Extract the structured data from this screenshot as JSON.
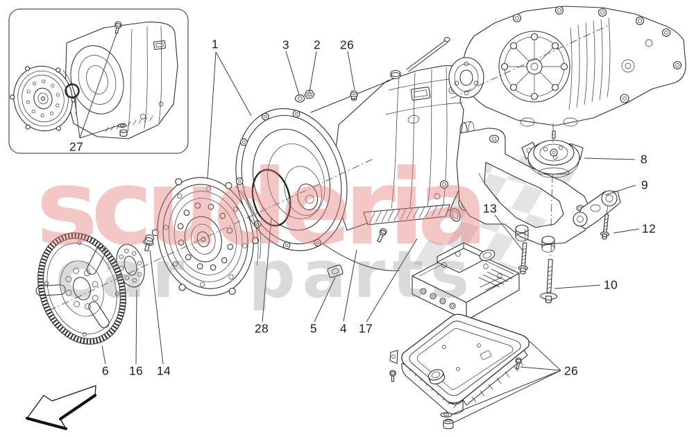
{
  "diagram": {
    "background_color": "#ffffff",
    "line_color": "#2e2e2e"
  },
  "watermark": {
    "brand_word": "scuderia",
    "brand_word2": "car parts",
    "brand_word_color": "#f3c7c5",
    "brand_word2_color": "#dcdcdc",
    "flag_color": "#e4e4e4"
  },
  "callouts": [
    {
      "label": "27"
    },
    {
      "label": "1"
    },
    {
      "label": "3"
    },
    {
      "label": "2"
    },
    {
      "label": "26"
    },
    {
      "label": "8"
    },
    {
      "label": "9"
    },
    {
      "label": "12"
    },
    {
      "label": "13"
    },
    {
      "label": "10"
    },
    {
      "label": "28"
    },
    {
      "label": "5"
    },
    {
      "label": "4"
    },
    {
      "label": "17"
    },
    {
      "label": "6"
    },
    {
      "label": "16"
    },
    {
      "label": "14"
    },
    {
      "label": "26"
    }
  ]
}
